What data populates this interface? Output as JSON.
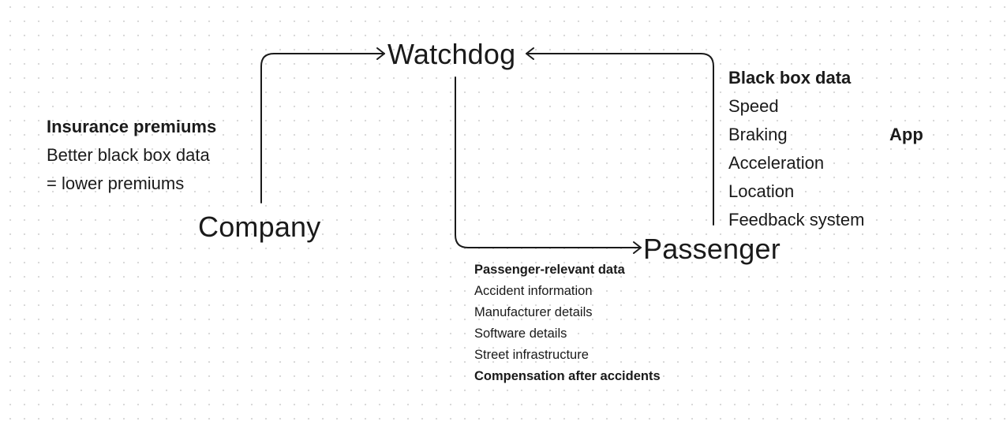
{
  "nodes": {
    "watchdog": "Watchdog",
    "company": "Company",
    "passenger": "Passenger"
  },
  "insurance": {
    "heading": "Insurance premiums",
    "lines": [
      "Better black box data",
      "= lower premiums"
    ]
  },
  "black_box": {
    "heading": "Black box data",
    "items": [
      "Speed",
      "Braking",
      "Acceleration",
      "Location",
      "Feedback system"
    ]
  },
  "app_label": "App",
  "passenger_data": {
    "heading": "Passenger-relevant data",
    "items": [
      "Accident information",
      "Manufacturer details",
      "Software details",
      "Street infrastructure"
    ],
    "footer": "Compensation after accidents"
  },
  "colors": {
    "ink": "#1a1a1a",
    "grid_dot": "#d9d9d9",
    "background": "#ffffff"
  }
}
